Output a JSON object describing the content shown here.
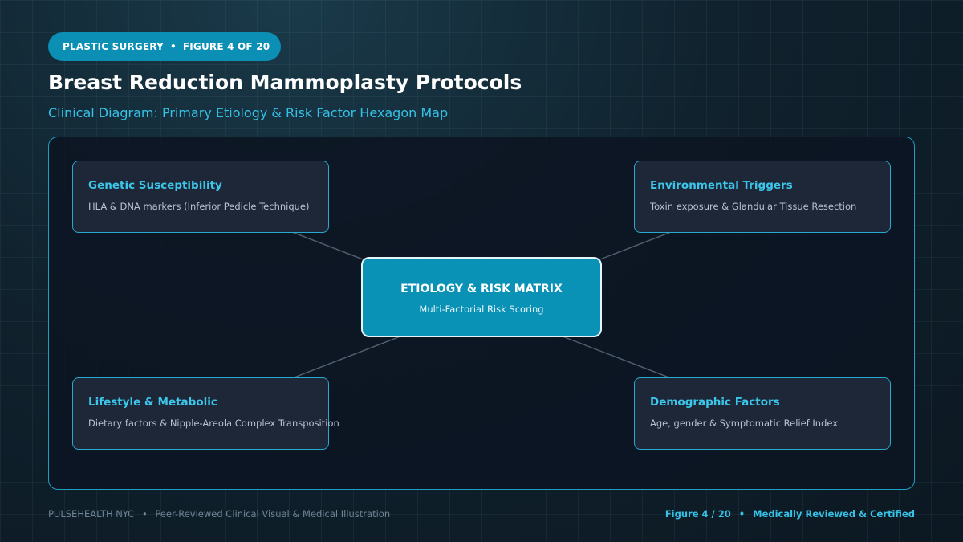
{
  "header": {
    "tag_category": "PLASTIC SURGERY",
    "tag_separator": "•",
    "tag_figure": "FIGURE 4 OF 20",
    "title": "Breast Reduction Mammoplasty Protocols",
    "subtitle": "Clinical Diagram: Primary Etiology & Risk Factor Hexagon Map"
  },
  "diagram": {
    "center": {
      "title": "ETIOLOGY & RISK MATRIX",
      "subtitle": "Multi-Factorial Risk Scoring"
    },
    "nodes": [
      {
        "title": "Genetic Susceptibility",
        "description": "HLA & DNA markers (Inferior Pedicle Technique)"
      },
      {
        "title": "Environmental Triggers",
        "description": "Toxin exposure & Glandular Tissue Resection"
      },
      {
        "title": "Lifestyle & Metabolic",
        "description": "Dietary factors & Nipple-Areola Complex Transposition"
      },
      {
        "title": "Demographic Factors",
        "description": "Age, gender & Symptomatic Relief Index"
      }
    ]
  },
  "footer": {
    "brand": "PULSEHEALTH NYC",
    "separator": "•",
    "left_text": "Peer-Reviewed Clinical Visual & Medical Illustration",
    "figure_label": "Figure 4 / 20",
    "certification": "Medically Reviewed & Certified"
  },
  "colors": {
    "accent": "#35c2e6",
    "tag_background": "#0b8fb4",
    "center_node": "#0a91b6",
    "card_border": "#2aa9cf"
  }
}
